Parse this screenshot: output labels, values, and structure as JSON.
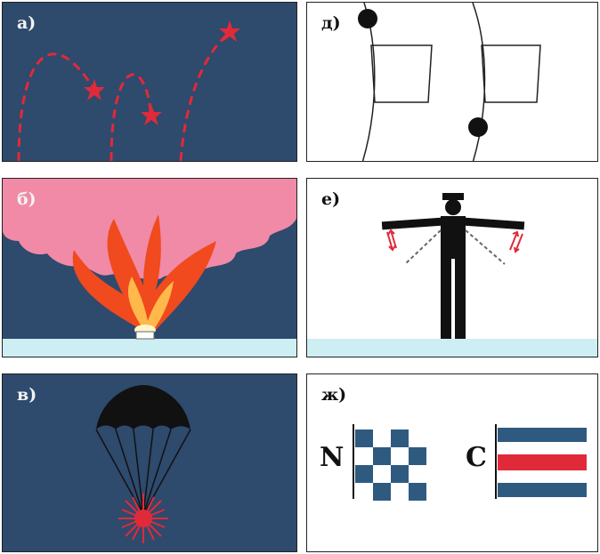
{
  "panels": {
    "a": {
      "label": "а)"
    },
    "b": {
      "label": "б)"
    },
    "v": {
      "label": "в)"
    },
    "d": {
      "label": "д)"
    },
    "e": {
      "label": "е)"
    },
    "zh": {
      "label": "ж)"
    }
  },
  "flags": {
    "n_letter": "N",
    "c_letter": "C"
  },
  "colors": {
    "panel_dark": "#2e4a6d",
    "signal_red": "#e02a3a",
    "smoke_pink": "#f08aa6",
    "flame": "#f04a1e",
    "water": "#cdeef2",
    "flag_blue": "#2e5a80"
  }
}
